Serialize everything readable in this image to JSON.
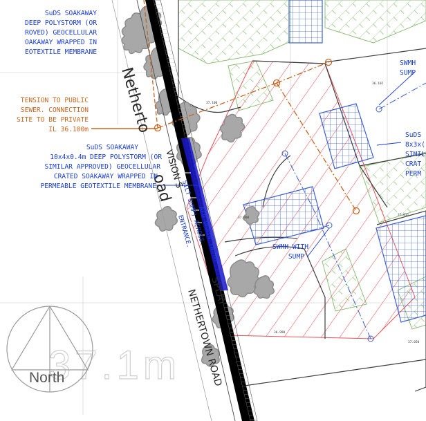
{
  "drawing": {
    "colors": {
      "blue_text": "#1a3cd8",
      "orange": "#c8641e",
      "red_hatch": "#e8525a",
      "green_hatch": "#8fbf7a",
      "grey_shrub": "#8c8c8c",
      "road_black": "#000000",
      "grid_grey": "#c8c8c8"
    },
    "notes": {
      "suds_top": [
        "SuDS SOAKAWAY",
        "DEEP POLYSTORM (OR",
        "ROVED) GEOCELLULAR",
        "OAKAWAY WRAPPED IN",
        "EOTEXTILE MEMBRANE"
      ],
      "connection": [
        "TENSION TO PUBLIC",
        "SEWER. CONNECTION",
        "SITE TO BE PRIVATE",
        "IL 36.100m"
      ],
      "suds_main": [
        "SuDS SOAKAWAY",
        "10x4x0.4m DEEP POLYSTORM (OR",
        "SIMILAR APPROVED) GEOCELLULAR",
        "CRATED SOAKAWAY WRAPPED IN",
        "PERMEABLE GEOTEXTILE MEMBRANE"
      ],
      "swmh_top_right": [
        "SWMH",
        "SUMP"
      ],
      "suds_right": [
        "SuDS",
        "8x3x(",
        "SIMIL",
        "CRAT",
        "PERM"
      ],
      "swmh_mid": [
        "SWMH WITH",
        "SUMP"
      ]
    },
    "road_labels": {
      "road_upper": "Netherto",
      "road_upper_tail": "oad",
      "vision_splay_top": "VISION S",
      "splay": "SPLAY",
      "road_lower": "NETHERTOWN ROAD",
      "aco_drain": "ACO DRAIN (WITH",
      "silt_sump": "SILT SUMP) ACROSS",
      "entrance": "ENTRANCE."
    },
    "levels": [
      "37.100",
      "36.102",
      "37.000",
      "37.011",
      "36.998",
      "37.050"
    ],
    "watermark": "37.1m",
    "north_label": "North"
  }
}
